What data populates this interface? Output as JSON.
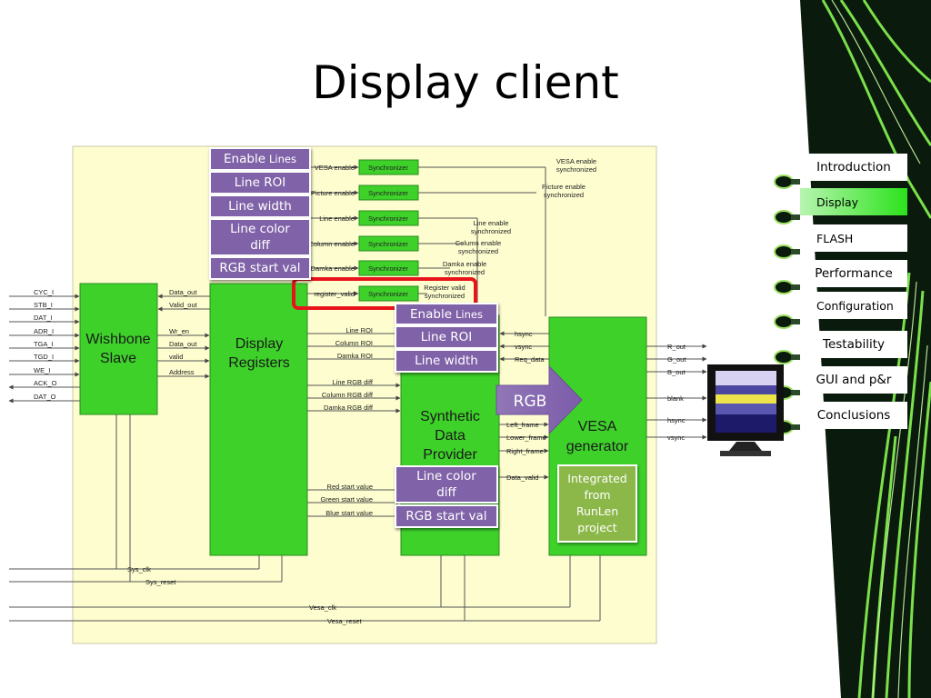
{
  "slide": {
    "title": "Display client"
  },
  "nav": {
    "items": [
      {
        "label": "Introduction"
      },
      {
        "label": "Display"
      },
      {
        "label": "FLASH"
      },
      {
        "label": "Performance"
      },
      {
        "label": "Configuration"
      },
      {
        "label": "Testability"
      },
      {
        "label": "GUI and p&r"
      },
      {
        "label": "Conclusions"
      }
    ],
    "active_color": "#2ce21c"
  },
  "blocks": {
    "wishbone": [
      "Wishbone",
      "Slave"
    ],
    "display_registers": [
      "Display",
      "Registers"
    ],
    "synthetic": [
      "Synthetic",
      "Data",
      "Provider"
    ],
    "vesa": [
      "VESA",
      "generator"
    ]
  },
  "synchronizer_label": "Synchronizer",
  "sync_inputs": [
    "VESA enable",
    "Picture enable",
    "Line enable",
    "Column enable",
    "Damka enable",
    "register_valid"
  ],
  "sync_outputs": [
    [
      "VESA enable",
      "synchronized"
    ],
    [
      "Picture enable",
      "synchronized"
    ],
    [
      "Line enable",
      "synchronized"
    ],
    [
      "Column enable",
      "synchronized"
    ],
    [
      "Damka enable",
      "synchronized"
    ],
    [
      "Register valid",
      "synchronized"
    ]
  ],
  "bus_left": [
    "CYC_I",
    "STB_I",
    "DAT_I",
    "ADR_I",
    "TGA_I",
    "TGD_I",
    "WE_I",
    "ACK_O",
    "DAT_O"
  ],
  "wb_to_dr": [
    "Data_out",
    "Valid_out",
    "Wr_en",
    "Data_out",
    "valid",
    "Address"
  ],
  "dr_to_sdp": [
    "Line ROI",
    "Column ROI",
    "Damka ROI",
    "Line RGB diff",
    "Column RGB diff",
    "Damka RGB diff",
    "Red start value",
    "Green  start value",
    "Blue  start value"
  ],
  "vesa_to_sdp": [
    "hsync",
    "vsync",
    "Req_data"
  ],
  "sdp_to_vesa": [
    "Left_frame",
    "Lower_frame",
    "Right_frame",
    "Data_valid"
  ],
  "vesa_outputs": [
    "R_out",
    "G_out",
    "B_out",
    "blank",
    "hsync",
    "vsync"
  ],
  "bottom_signals": [
    "Sys_clk",
    "Sys_reset",
    "Vesa_clk",
    "Vesa_reset"
  ],
  "callouts": {
    "dr_enable": {
      "main": "Enable",
      "sub": "Lines"
    },
    "dr_line_roi": "Line ROI",
    "dr_line_width": "Line width",
    "dr_line_color_diff": "Line color diff",
    "dr_rgb_start": "RGB start val",
    "sdp_enable": {
      "main": "Enable",
      "sub": "Lines"
    },
    "sdp_line_roi": "Line ROI",
    "sdp_line_width": "Line width",
    "sdp_line_color_diff": "Line color diff",
    "sdp_rgb_start": "RGB start val",
    "rgb_arrow": "RGB",
    "integrated": "Integrated from RunLen project"
  },
  "colors": {
    "diagram_bg": "#fdfdcf",
    "block_green": "#3ed12a",
    "callout_purple": "#8062a8",
    "highlight_red": "#e8141b"
  }
}
